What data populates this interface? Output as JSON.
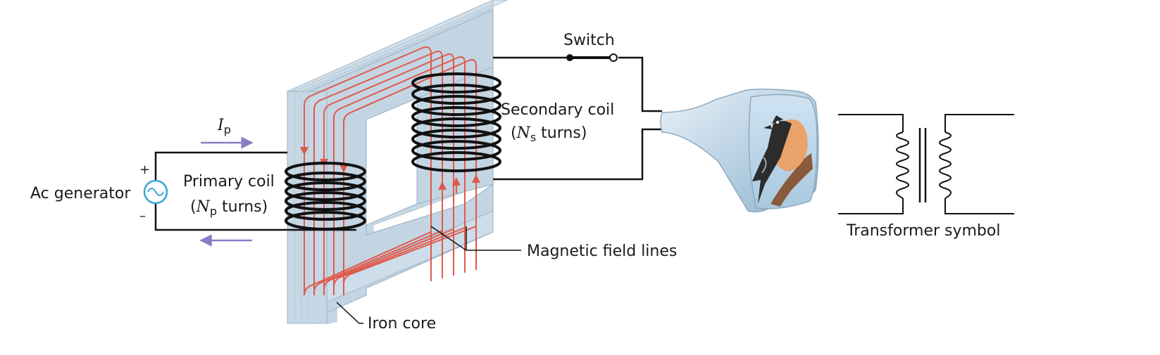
{
  "labels": {
    "switch": "Switch",
    "secondary_coil": "Secondary coil",
    "secondary_turns_open": "(",
    "secondary_turns_var": "N",
    "secondary_turns_sub": "s",
    "secondary_turns_rest": " turns)",
    "current_var": "I",
    "current_sub": "p",
    "ac_generator": "Ac generator",
    "plus_sign": "+",
    "minus_sign": "–",
    "primary_coil": "Primary coil",
    "primary_turns_open": "(",
    "primary_turns_var": "N",
    "primary_turns_sub": "p",
    "primary_turns_rest": " turns)",
    "magnetic_field_lines": "Magnetic field lines",
    "iron_core": "Iron core",
    "transformer_symbol": "Transformer symbol"
  },
  "colors": {
    "wire": "#1a1a1a",
    "field_line": "#e0584a",
    "current_arrow": "#8a7cc4",
    "core_face": "#c9d9e6",
    "core_edge": "#a9bccb",
    "generator": "#3aa6d8"
  },
  "icons": {
    "generator": "ac-sine-source-icon",
    "tube": "picture-tube-icon"
  }
}
